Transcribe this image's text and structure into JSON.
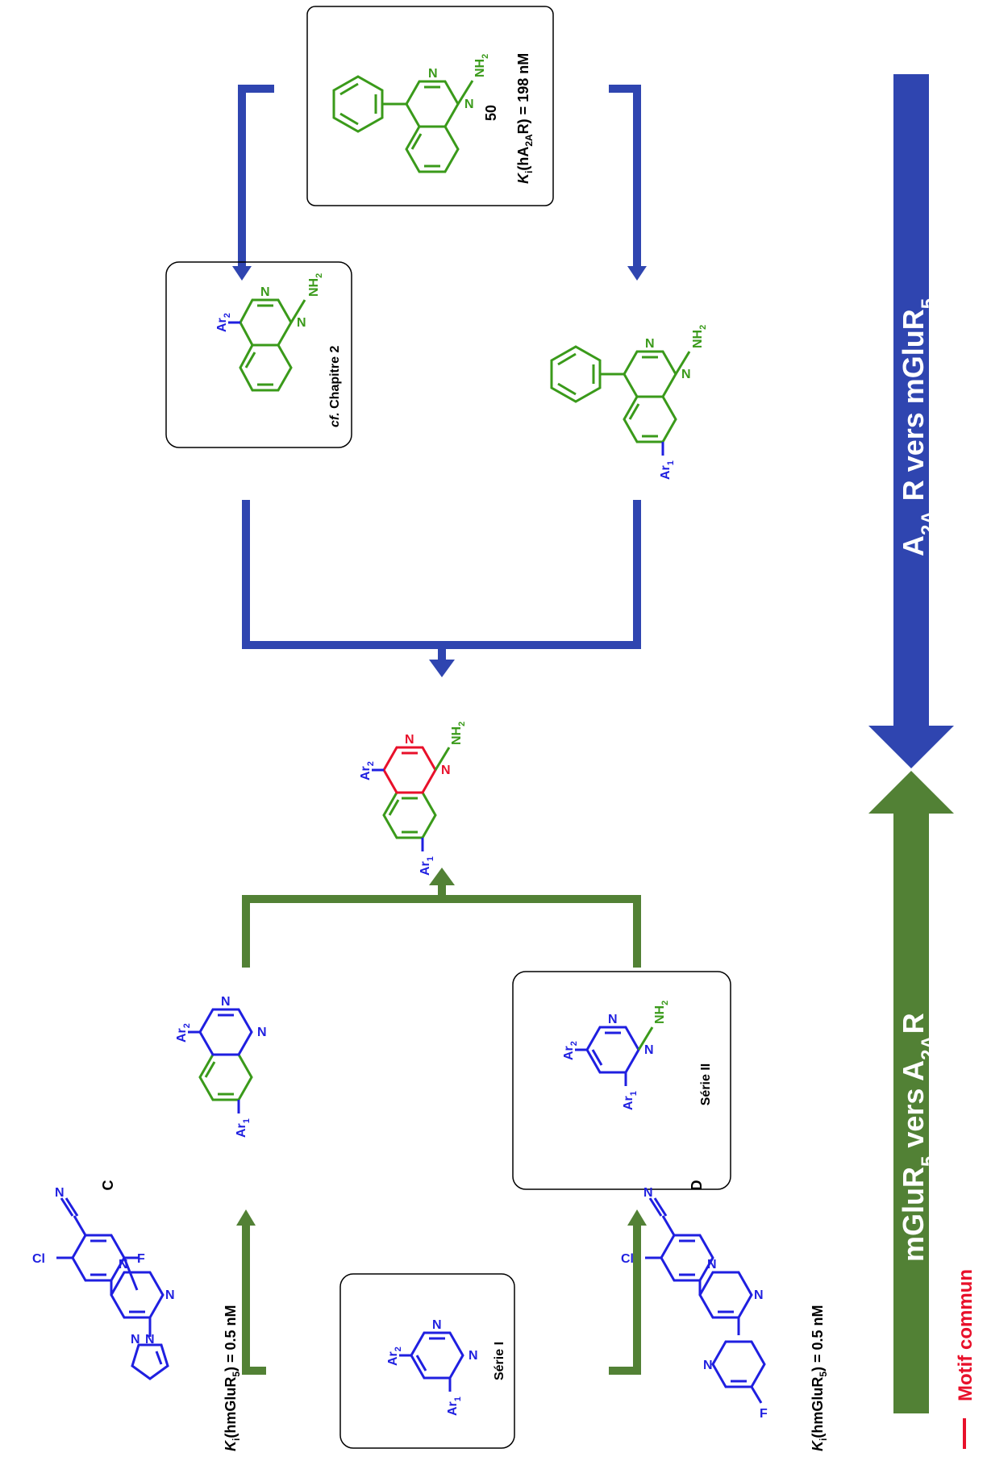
{
  "colors": {
    "blue": "#2f45b0",
    "green": "#528135",
    "red": "#e8102a",
    "mol_blue": "#1f1fe0",
    "mol_green": "#3a9a1a",
    "black": "#000000"
  },
  "banner": {
    "left_prefix": "mGluR",
    "left_sub": "5",
    "left_mid": " vers A",
    "left_sub2": "2A",
    "left_suffix": "R",
    "right_prefix": "A",
    "right_sub": "2A",
    "right_mid": "R vers mGluR",
    "right_sub2": "5"
  },
  "legend": {
    "label": "Motif commun"
  },
  "compounds": {
    "C": {
      "name": "C",
      "ki_prefix": "K",
      "ki_sub": "i",
      "ki_target": "(hmGluR",
      "ki_target_sub": "5",
      "ki_value": ") = 0.5 nM",
      "atoms": [
        "N",
        "Cl",
        "F",
        "N",
        "N",
        "N",
        "N"
      ]
    },
    "D": {
      "name": "D",
      "ki_prefix": "K",
      "ki_sub": "i",
      "ki_target": "(hmGluR",
      "ki_target_sub": "5",
      "ki_value": ") = 0.5 nM",
      "atoms": [
        "N",
        "Cl",
        "N",
        "N",
        "N",
        "F"
      ]
    },
    "c50": {
      "name": "50",
      "ki_prefix": "K",
      "ki_sub": "i",
      "ki_target": "(hA",
      "ki_target_sub": "2A",
      "ki_value": "R) = 198 nM",
      "nh2": "NH",
      "nh2_sub": "2"
    }
  },
  "series": {
    "serie1": "Série I",
    "serie2": "Série II",
    "chapitre": "cf. Chapitre 2",
    "chapitre_italic": "cf.",
    "chapitre_rest": " Chapitre 2"
  },
  "substituents": {
    "ar1": "Ar",
    "ar1_sub": "1",
    "ar2": "Ar",
    "ar2_sub": "2",
    "N": "N",
    "nh2": "NH",
    "nh2_sub": "2"
  }
}
